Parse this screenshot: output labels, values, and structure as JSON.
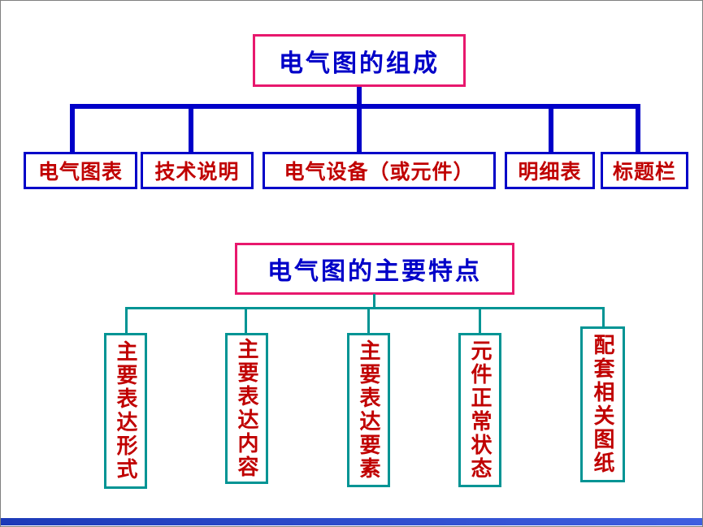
{
  "top_chart": {
    "title": "电气图的组成",
    "children": [
      "电气图表",
      "技术说明",
      "电气设备（或元件）",
      "明细表",
      "标题栏"
    ]
  },
  "bottom_chart": {
    "title": "电气图的主要特点",
    "children": [
      "主要表达形式",
      "主要表达内容",
      "主要表达要素",
      "元件正常状态",
      "配套相关图纸"
    ]
  },
  "colors": {
    "title_text": "#0000c8",
    "title_border": "#e8186d",
    "child_text": "#c00000",
    "top_box_border": "#0000c8",
    "top_connector": "#0000c8",
    "bottom_box_border": "#009494",
    "bottom_connector": "#009494",
    "footer_bar": "#2a46c8"
  }
}
